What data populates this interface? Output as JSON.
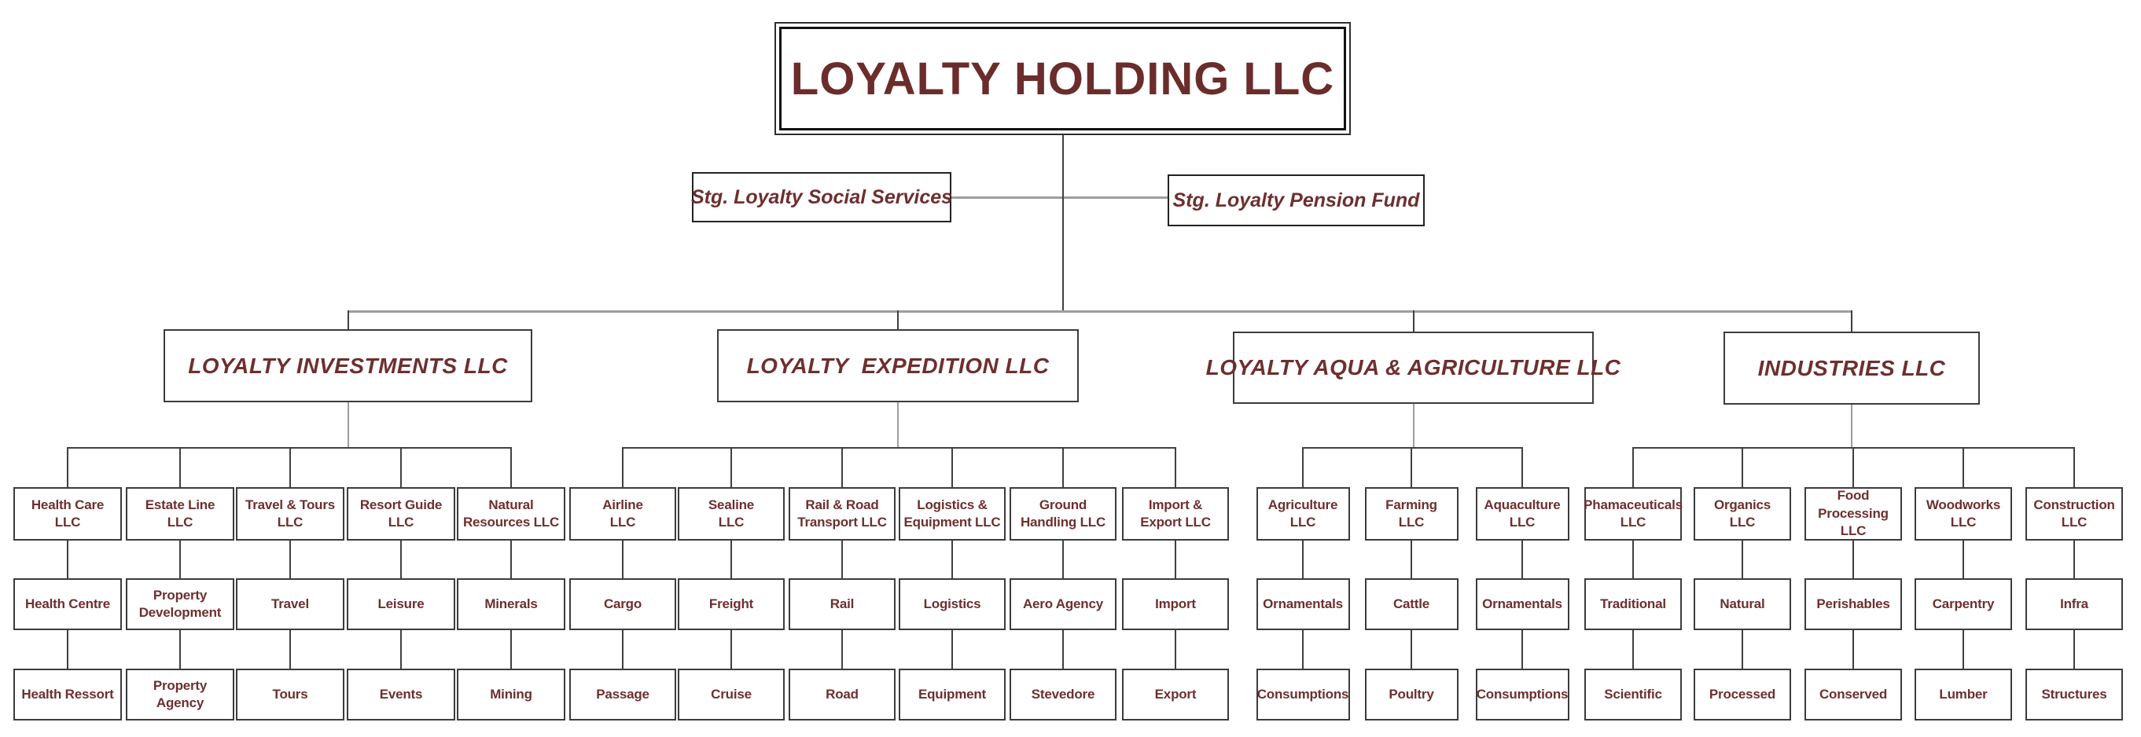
{
  "title": "LOYALTY HOLDING LLC",
  "staff_units": [
    {
      "label": "Stg. Loyalty Social Services"
    },
    {
      "label": "Stg. Loyalty Pension Fund"
    }
  ],
  "divisions": [
    {
      "name": "LOYALTY INVESTMENTS LLC",
      "columns": [
        {
          "levels": [
            [
              "Health Care",
              "LLC"
            ],
            [
              "Health Centre"
            ],
            [
              "Health Ressort"
            ]
          ]
        },
        {
          "levels": [
            [
              "Estate Line",
              "LLC"
            ],
            [
              "Property",
              "Development"
            ],
            [
              "Property",
              "Agency"
            ]
          ]
        },
        {
          "levels": [
            [
              "Travel & Tours",
              "LLC"
            ],
            [
              "Travel"
            ],
            [
              "Tours"
            ]
          ]
        },
        {
          "levels": [
            [
              "Resort Guide",
              "LLC"
            ],
            [
              "Leisure"
            ],
            [
              "Events"
            ]
          ]
        },
        {
          "levels": [
            [
              "Natural",
              "Resources LLC"
            ],
            [
              "Minerals"
            ],
            [
              "Mining"
            ]
          ]
        }
      ]
    },
    {
      "name": "LOYALTY  EXPEDITION LLC",
      "columns": [
        {
          "levels": [
            [
              "Airline",
              "LLC"
            ],
            [
              "Cargo"
            ],
            [
              "Passage"
            ]
          ]
        },
        {
          "levels": [
            [
              "Sealine",
              "LLC"
            ],
            [
              "Freight"
            ],
            [
              "Cruise"
            ]
          ]
        },
        {
          "levels": [
            [
              "Rail & Road",
              "Transport LLC"
            ],
            [
              "Rail"
            ],
            [
              "Road"
            ]
          ]
        },
        {
          "levels": [
            [
              "Logistics &",
              "Equipment LLC"
            ],
            [
              "Logistics"
            ],
            [
              "Equipment"
            ]
          ]
        },
        {
          "levels": [
            [
              "Ground",
              "Handling LLC"
            ],
            [
              "Aero Agency"
            ],
            [
              "Stevedore"
            ]
          ]
        },
        {
          "levels": [
            [
              "Import &",
              "Export LLC"
            ],
            [
              "Import"
            ],
            [
              "Export"
            ]
          ]
        }
      ]
    },
    {
      "name": "LOYALTY AQUA & AGRICULTURE LLC",
      "columns": [
        {
          "levels": [
            [
              "Agriculture",
              "LLC"
            ],
            [
              "Ornamentals"
            ],
            [
              "Consumptions"
            ]
          ]
        },
        {
          "levels": [
            [
              "Farming",
              "LLC"
            ],
            [
              "Cattle"
            ],
            [
              "Poultry"
            ]
          ]
        },
        {
          "levels": [
            [
              "Aquaculture",
              "LLC"
            ],
            [
              "Ornamentals"
            ],
            [
              "Consumptions"
            ]
          ]
        }
      ]
    },
    {
      "name": "INDUSTRIES LLC",
      "columns": [
        {
          "levels": [
            [
              "Phamaceuticals",
              "LLC"
            ],
            [
              "Traditional"
            ],
            [
              "Scientific"
            ]
          ]
        },
        {
          "levels": [
            [
              "Organics",
              "LLC"
            ],
            [
              "Natural"
            ],
            [
              "Processed"
            ]
          ]
        },
        {
          "levels": [
            [
              "Food",
              "Processing LLC"
            ],
            [
              "Perishables"
            ],
            [
              "Conserved"
            ]
          ]
        },
        {
          "levels": [
            [
              "Woodworks",
              "LLC"
            ],
            [
              "Carpentry"
            ],
            [
              "Lumber"
            ]
          ]
        },
        {
          "levels": [
            [
              "Construction",
              "LLC"
            ],
            [
              "Infra"
            ],
            [
              "Structures"
            ]
          ]
        }
      ]
    }
  ],
  "colors": {
    "text": "#6e2f2f",
    "title_text": "#6b2c2c",
    "box_border": "#3c3c3c",
    "connector_dark": "#404040",
    "connector_gray": "#9e9e9e",
    "background": "#ffffff"
  }
}
